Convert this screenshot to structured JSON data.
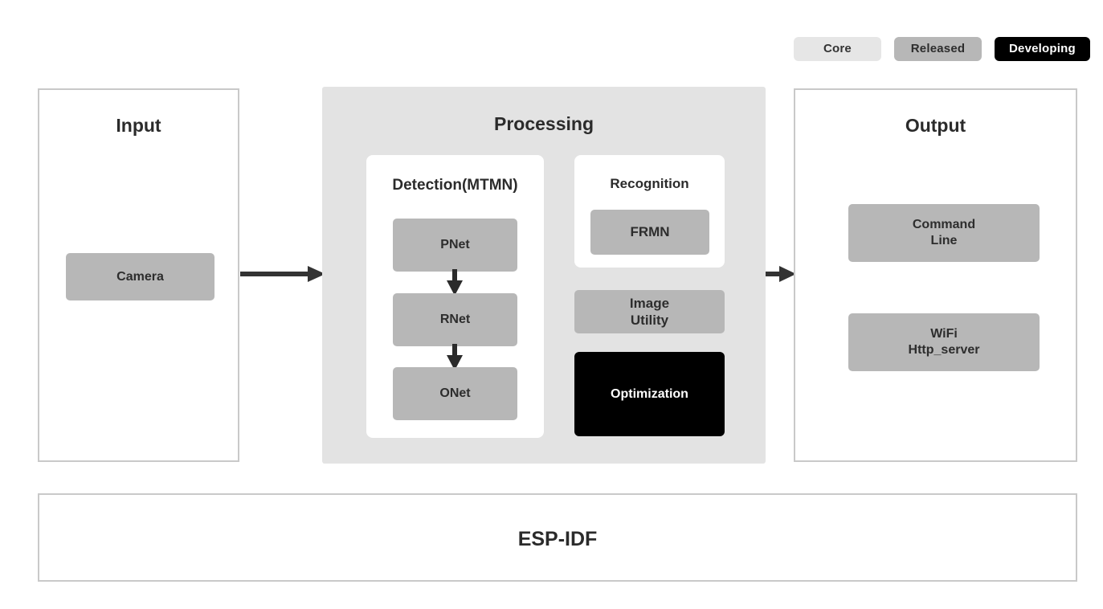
{
  "legend": {
    "items": [
      {
        "label": "Core",
        "color": "#e6e6e6"
      },
      {
        "label": "Released",
        "color": "#b7b7b7"
      },
      {
        "label": "Developing",
        "color": "#000000"
      }
    ]
  },
  "input": {
    "title": "Input",
    "blocks": [
      {
        "label": "Camera",
        "status": "Released"
      }
    ]
  },
  "processing": {
    "title": "Processing",
    "detection": {
      "title": "Detection(MTMN)",
      "blocks": [
        {
          "label": "PNet",
          "status": "Released"
        },
        {
          "label": "RNet",
          "status": "Released"
        },
        {
          "label": "ONet",
          "status": "Released"
        }
      ]
    },
    "recognition": {
      "title": "Recognition",
      "blocks": [
        {
          "label": "FRMN",
          "status": "Released"
        }
      ]
    },
    "extra_blocks": [
      {
        "label": "Image\nUtility",
        "status": "Released"
      },
      {
        "label": "Optimization",
        "status": "Developing"
      }
    ]
  },
  "output": {
    "title": "Output",
    "blocks": [
      {
        "label": "Command\nLine",
        "status": "Released"
      },
      {
        "label": "WiFi\nHttp_server",
        "status": "Released"
      }
    ]
  },
  "foundation": {
    "title": "ESP-IDF"
  },
  "arrows": {
    "input_to_processing": "arrow-right",
    "processing_to_output": "arrow-right",
    "pnet_to_rnet": "arrow-down",
    "rnet_to_onet": "arrow-down"
  }
}
